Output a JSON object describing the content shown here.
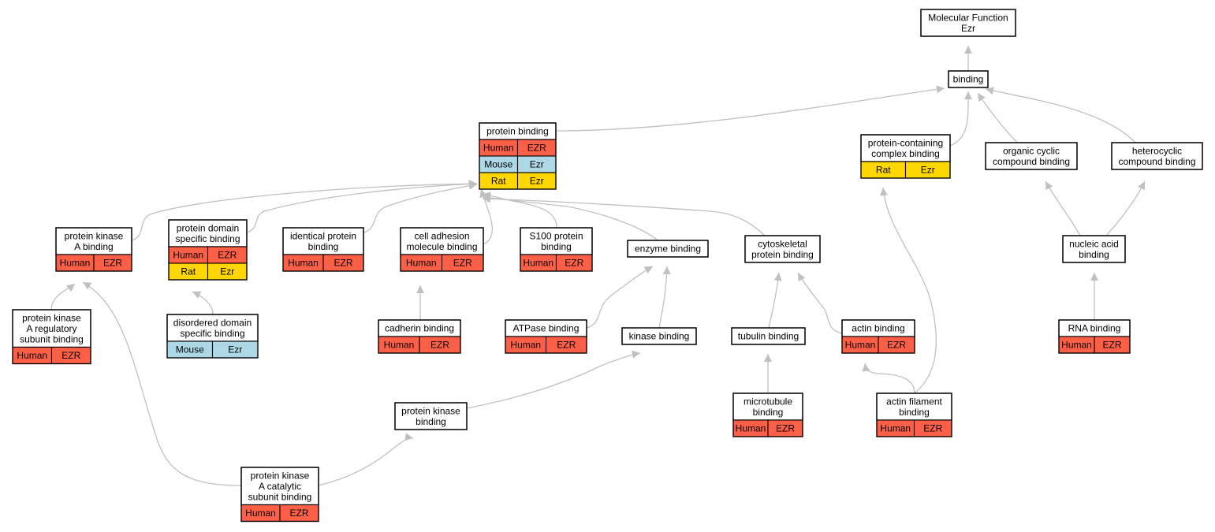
{
  "colors": {
    "human": "#fe6047",
    "mouse": "#add8e6",
    "rat": "#ffd700",
    "edge": "#c0c0c0",
    "border": "#000000"
  },
  "nodes": [
    {
      "id": "mf",
      "lines": [
        "Molecular Function",
        "Ezr"
      ],
      "rows": []
    },
    {
      "id": "binding",
      "lines": [
        "binding"
      ],
      "rows": []
    },
    {
      "id": "protein-binding",
      "lines": [
        "protein binding"
      ],
      "rows": [
        {
          "species": "Human",
          "gene": "EZR",
          "color": "human"
        },
        {
          "species": "Mouse",
          "gene": "Ezr",
          "color": "mouse"
        },
        {
          "species": "Rat",
          "gene": "Ezr",
          "color": "rat"
        }
      ]
    },
    {
      "id": "protein-containing-complex-binding",
      "lines": [
        "protein-containing",
        "complex binding"
      ],
      "rows": [
        {
          "species": "Rat",
          "gene": "Ezr",
          "color": "rat"
        }
      ]
    },
    {
      "id": "organic-cyclic-compound-binding",
      "lines": [
        "organic cyclic",
        "compound binding"
      ],
      "rows": []
    },
    {
      "id": "heterocyclic-compound-binding",
      "lines": [
        "heterocyclic",
        "compound binding"
      ],
      "rows": []
    },
    {
      "id": "protein-kinase-a-binding",
      "lines": [
        "protein kinase",
        "A binding"
      ],
      "rows": [
        {
          "species": "Human",
          "gene": "EZR",
          "color": "human"
        }
      ]
    },
    {
      "id": "protein-domain-specific-binding",
      "lines": [
        "protein domain",
        "specific binding"
      ],
      "rows": [
        {
          "species": "Human",
          "gene": "EZR",
          "color": "human"
        },
        {
          "species": "Rat",
          "gene": "Ezr",
          "color": "rat"
        }
      ]
    },
    {
      "id": "identical-protein-binding",
      "lines": [
        "identical protein",
        "binding"
      ],
      "rows": [
        {
          "species": "Human",
          "gene": "EZR",
          "color": "human"
        }
      ]
    },
    {
      "id": "cell-adhesion-molecule-binding",
      "lines": [
        "cell adhesion",
        "molecule binding"
      ],
      "rows": [
        {
          "species": "Human",
          "gene": "EZR",
          "color": "human"
        }
      ]
    },
    {
      "id": "s100-protein-binding",
      "lines": [
        "S100 protein",
        "binding"
      ],
      "rows": [
        {
          "species": "Human",
          "gene": "EZR",
          "color": "human"
        }
      ]
    },
    {
      "id": "enzyme-binding",
      "lines": [
        "enzyme binding"
      ],
      "rows": []
    },
    {
      "id": "cytoskeletal-protein-binding",
      "lines": [
        "cytoskeletal",
        "protein binding"
      ],
      "rows": []
    },
    {
      "id": "nucleic-acid-binding",
      "lines": [
        "nucleic acid",
        "binding"
      ],
      "rows": []
    },
    {
      "id": "protein-kinase-a-regulatory-subunit-binding",
      "lines": [
        "protein kinase",
        "A regulatory",
        "subunit binding"
      ],
      "rows": [
        {
          "species": "Human",
          "gene": "EZR",
          "color": "human"
        }
      ]
    },
    {
      "id": "disordered-domain-specific-binding",
      "lines": [
        "disordered domain",
        "specific binding"
      ],
      "rows": [
        {
          "species": "Mouse",
          "gene": "Ezr",
          "color": "mouse"
        }
      ]
    },
    {
      "id": "cadherin-binding",
      "lines": [
        "cadherin binding"
      ],
      "rows": [
        {
          "species": "Human",
          "gene": "EZR",
          "color": "human"
        }
      ]
    },
    {
      "id": "atpase-binding",
      "lines": [
        "ATPase binding"
      ],
      "rows": [
        {
          "species": "Human",
          "gene": "EZR",
          "color": "human"
        }
      ]
    },
    {
      "id": "kinase-binding",
      "lines": [
        "kinase binding"
      ],
      "rows": []
    },
    {
      "id": "tubulin-binding",
      "lines": [
        "tubulin binding"
      ],
      "rows": []
    },
    {
      "id": "actin-binding",
      "lines": [
        "actin binding"
      ],
      "rows": [
        {
          "species": "Human",
          "gene": "EZR",
          "color": "human"
        }
      ]
    },
    {
      "id": "rna-binding",
      "lines": [
        "RNA binding"
      ],
      "rows": [
        {
          "species": "Human",
          "gene": "EZR",
          "color": "human"
        }
      ]
    },
    {
      "id": "protein-kinase-binding",
      "lines": [
        "protein kinase",
        "binding"
      ],
      "rows": []
    },
    {
      "id": "microtubule-binding",
      "lines": [
        "microtubule",
        "binding"
      ],
      "rows": [
        {
          "species": "Human",
          "gene": "EZR",
          "color": "human"
        }
      ]
    },
    {
      "id": "actin-filament-binding",
      "lines": [
        "actin filament",
        "binding"
      ],
      "rows": [
        {
          "species": "Human",
          "gene": "EZR",
          "color": "human"
        }
      ]
    },
    {
      "id": "protein-kinase-a-catalytic-subunit-binding",
      "lines": [
        "protein kinase",
        "A catalytic",
        "subunit binding"
      ],
      "rows": [
        {
          "species": "Human",
          "gene": "EZR",
          "color": "human"
        }
      ]
    }
  ],
  "edges": [
    {
      "from": "binding",
      "to": "mf"
    },
    {
      "from": "protein-binding",
      "to": "binding"
    },
    {
      "from": "protein-containing-complex-binding",
      "to": "binding"
    },
    {
      "from": "organic-cyclic-compound-binding",
      "to": "binding"
    },
    {
      "from": "heterocyclic-compound-binding",
      "to": "binding"
    },
    {
      "from": "protein-kinase-a-binding",
      "to": "protein-binding"
    },
    {
      "from": "protein-domain-specific-binding",
      "to": "protein-binding"
    },
    {
      "from": "identical-protein-binding",
      "to": "protein-binding"
    },
    {
      "from": "cell-adhesion-molecule-binding",
      "to": "protein-binding"
    },
    {
      "from": "s100-protein-binding",
      "to": "protein-binding"
    },
    {
      "from": "enzyme-binding",
      "to": "protein-binding"
    },
    {
      "from": "cytoskeletal-protein-binding",
      "to": "protein-binding"
    },
    {
      "from": "nucleic-acid-binding",
      "to": "organic-cyclic-compound-binding"
    },
    {
      "from": "nucleic-acid-binding",
      "to": "heterocyclic-compound-binding"
    },
    {
      "from": "protein-kinase-a-regulatory-subunit-binding",
      "to": "protein-kinase-a-binding"
    },
    {
      "from": "disordered-domain-specific-binding",
      "to": "protein-domain-specific-binding"
    },
    {
      "from": "cadherin-binding",
      "to": "cell-adhesion-molecule-binding"
    },
    {
      "from": "atpase-binding",
      "to": "enzyme-binding"
    },
    {
      "from": "kinase-binding",
      "to": "enzyme-binding"
    },
    {
      "from": "tubulin-binding",
      "to": "cytoskeletal-protein-binding"
    },
    {
      "from": "actin-binding",
      "to": "cytoskeletal-protein-binding"
    },
    {
      "from": "rna-binding",
      "to": "nucleic-acid-binding"
    },
    {
      "from": "protein-kinase-binding",
      "to": "kinase-binding"
    },
    {
      "from": "microtubule-binding",
      "to": "tubulin-binding"
    },
    {
      "from": "actin-filament-binding",
      "to": "actin-binding"
    },
    {
      "from": "actin-filament-binding",
      "to": "protein-containing-complex-binding"
    },
    {
      "from": "protein-kinase-a-catalytic-subunit-binding",
      "to": "protein-kinase-a-binding"
    },
    {
      "from": "protein-kinase-a-catalytic-subunit-binding",
      "to": "protein-kinase-binding"
    }
  ]
}
